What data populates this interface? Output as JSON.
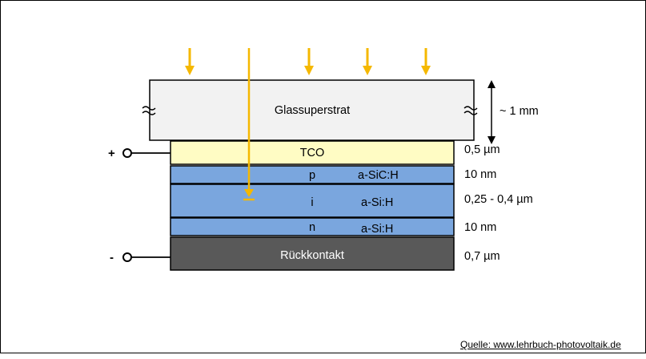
{
  "colors": {
    "arrow": "#f5b800",
    "glass": "#f2f2f2",
    "tco": "#fffcc4",
    "si_layer": "#7aa6de",
    "back_contact": "#595959"
  },
  "layers": {
    "glass": {
      "label": "Glassuperstrat",
      "thickness": "~ 1 mm"
    },
    "tco": {
      "label": "TCO",
      "thickness": "0,5 µm"
    },
    "p": {
      "label": "p",
      "material": "a-SiC:H",
      "thickness": "10 nm"
    },
    "i": {
      "label": "i",
      "material": "a-Si:H",
      "thickness": "0,25 - 0,4 µm"
    },
    "n": {
      "label": "n",
      "material": "a-Si:H",
      "thickness": "10 nm"
    },
    "back": {
      "label": "Rückkontakt",
      "thickness": "0,7 µm"
    }
  },
  "terminals": {
    "plus": "+",
    "minus": "-"
  },
  "source": "Quelle: www.lehrbuch-photovoltaik.de"
}
